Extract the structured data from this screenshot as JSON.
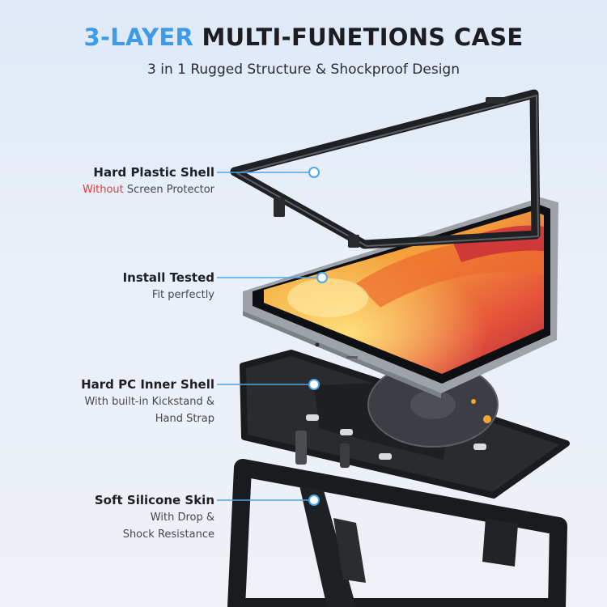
{
  "header": {
    "title_accent": "3-LAYER",
    "title_rest": "MULTI-FUNETIONS CASE",
    "subtitle": "3 in 1 Rugged Structure & Shockproof Design"
  },
  "layers": [
    {
      "title": "Hard Plastic Shell",
      "desc_warn": "Without",
      "desc_rest": "Screen Protector"
    },
    {
      "title": "Install Tested",
      "desc": "Fit perfectly"
    },
    {
      "title": "Hard PC Inner Shell",
      "desc_line1": "With built-in Kickstand &",
      "desc_line2": "Hand Strap"
    },
    {
      "title": "Soft Silicone Skin",
      "desc_line1": "With Drop &",
      "desc_line2": "Shock Resistance"
    }
  ],
  "colors": {
    "accent": "#3e9be8",
    "warning": "#e23b3b",
    "leader_line": "#4aa6ee"
  }
}
